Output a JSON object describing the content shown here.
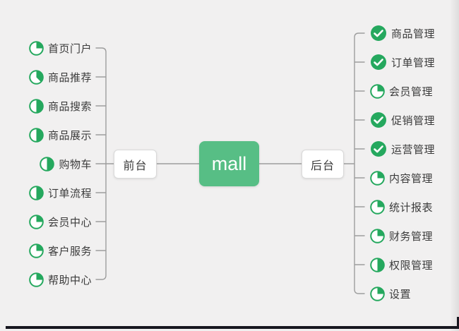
{
  "root": {
    "label": "mall"
  },
  "branches": [
    {
      "label": "前台",
      "side": "left",
      "items": [
        {
          "label": "首页门户",
          "progress": 0.25
        },
        {
          "label": "商品推荐",
          "progress": 0.375
        },
        {
          "label": "商品搜索",
          "progress": 0.5
        },
        {
          "label": "商品展示",
          "progress": 0.5
        },
        {
          "label": "购物车",
          "progress": 0.5
        },
        {
          "label": "订单流程",
          "progress": 0.5
        },
        {
          "label": "会员中心",
          "progress": 0.25
        },
        {
          "label": "客户服务",
          "progress": 0.25
        },
        {
          "label": "帮助中心",
          "progress": 0.25
        }
      ]
    },
    {
      "label": "后台",
      "side": "right",
      "items": [
        {
          "label": "商品管理",
          "progress": "done"
        },
        {
          "label": "订单管理",
          "progress": "done"
        },
        {
          "label": "会员管理",
          "progress": 0.25
        },
        {
          "label": "促销管理",
          "progress": "done"
        },
        {
          "label": "运营管理",
          "progress": "done"
        },
        {
          "label": "内容管理",
          "progress": 0.25
        },
        {
          "label": "统计报表",
          "progress": 0.25
        },
        {
          "label": "财务管理",
          "progress": 0.25
        },
        {
          "label": "权限管理",
          "progress": 0.5
        },
        {
          "label": "设置",
          "progress": 0.25
        }
      ]
    }
  ],
  "colors": {
    "icon_green": "#25a85e",
    "root_bg": "#57be85",
    "line": "#9d9d9d"
  }
}
